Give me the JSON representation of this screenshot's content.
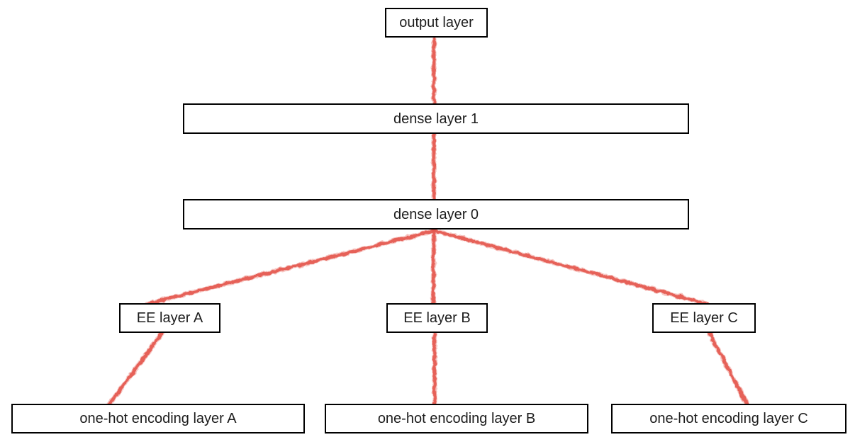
{
  "colors": {
    "edge": "#e4584f",
    "box_border": "#000000",
    "background": "#ffffff",
    "text": "#1c1c1c"
  },
  "nodes": {
    "output": {
      "label": "output layer"
    },
    "dense1": {
      "label": "dense layer 1"
    },
    "dense0": {
      "label": "dense layer 0"
    },
    "ee_a": {
      "label": "EE layer A"
    },
    "ee_b": {
      "label": "EE layer B"
    },
    "ee_c": {
      "label": "EE layer C"
    },
    "onehot_a": {
      "label": "one-hot encoding layer A"
    },
    "onehot_b": {
      "label": "one-hot encoding layer B"
    },
    "onehot_c": {
      "label": "one-hot encoding layer C"
    }
  },
  "edges": [
    {
      "from": "one-hot encoding layer A",
      "to": "EE layer A"
    },
    {
      "from": "one-hot encoding layer B",
      "to": "EE layer B"
    },
    {
      "from": "one-hot encoding layer C",
      "to": "EE layer C"
    },
    {
      "from": "EE layer A",
      "to": "dense layer 0"
    },
    {
      "from": "EE layer B",
      "to": "dense layer 0"
    },
    {
      "from": "EE layer C",
      "to": "dense layer 0"
    },
    {
      "from": "dense layer 0",
      "to": "dense layer 1"
    },
    {
      "from": "dense layer 1",
      "to": "output layer"
    }
  ]
}
